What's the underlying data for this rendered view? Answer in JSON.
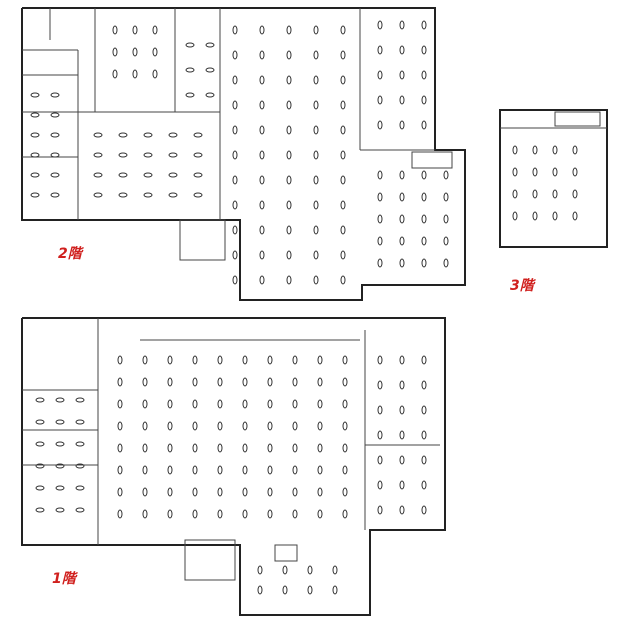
{
  "floors": [
    {
      "id": "2f",
      "label": "2階"
    },
    {
      "id": "3f",
      "label": "3階"
    },
    {
      "id": "1f",
      "label": "1階"
    }
  ],
  "colors": {
    "label": "#d0201e",
    "lines": "#222222"
  }
}
